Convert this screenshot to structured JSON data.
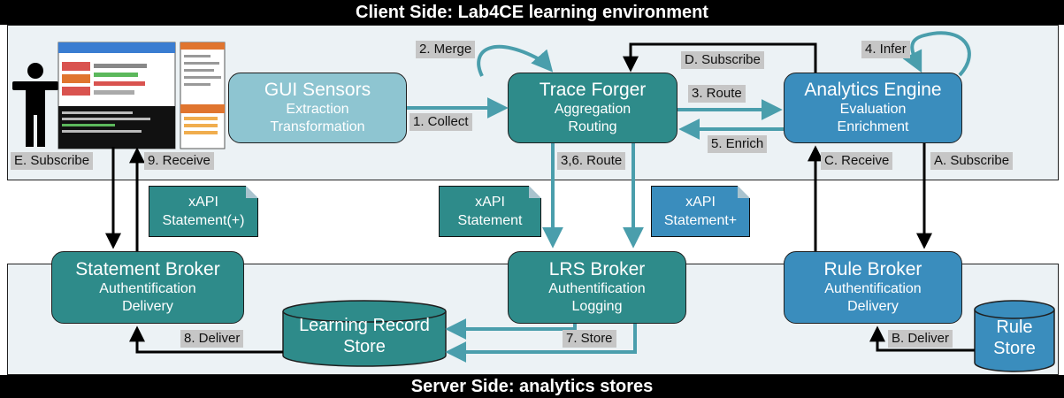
{
  "client_title": "Client Side: Lab4CE learning environment",
  "server_title": "Server Side: analytics stores",
  "nodes": {
    "gui_sensors": {
      "title": "GUI Sensors",
      "line1": "Extraction",
      "line2": "Transformation"
    },
    "trace_forger": {
      "title": "Trace Forger",
      "line1": "Aggregation",
      "line2": "Routing"
    },
    "analytics_engine": {
      "title": "Analytics Engine",
      "line1": "Evaluation",
      "line2": "Enrichment"
    },
    "statement_broker": {
      "title": "Statement Broker",
      "line1": "Authentification",
      "line2": "Delivery"
    },
    "lrs_broker": {
      "title": "LRS Broker",
      "line1": "Authentification",
      "line2": "Logging"
    },
    "rule_broker": {
      "title": "Rule Broker",
      "line1": "Authentification",
      "line2": "Delivery"
    }
  },
  "stores": {
    "lrs": {
      "line1": "Learning Record",
      "line2": "Store"
    },
    "rule": {
      "line1": "Rule",
      "line2": "Store"
    }
  },
  "documents": {
    "doc1": {
      "line1": "xAPI",
      "line2": "Statement(+)"
    },
    "doc2": {
      "line1": "xAPI",
      "line2": "Statement"
    },
    "doc3": {
      "line1": "xAPI",
      "line2": "Statement+"
    }
  },
  "labels": {
    "collect": "1. Collect",
    "merge": "2. Merge",
    "route": "3. Route",
    "infer": "4. Infer",
    "enrich": "5. Enrich",
    "route36": "3,6. Route",
    "store": "7. Store",
    "deliver8": "8. Deliver",
    "receive9": "9. Receive",
    "subscribe_a": "A. Subscribe",
    "deliver_b": "B. Deliver",
    "receive_c": "C. Receive",
    "subscribe_d": "D. Subscribe",
    "subscribe_e": "E. Subscribe"
  },
  "colors": {
    "gui_sensors": "#8ec5d1",
    "teal": "#2e8b8a",
    "blue": "#3a8dbd",
    "arrow_teal": "#4a9eac",
    "arrow_black": "#000000",
    "label_bg": "#c6c6c6",
    "zone_bg": "#ecf2f5"
  },
  "icons": [
    "person-icon",
    "screenshot-thumbnail"
  ]
}
